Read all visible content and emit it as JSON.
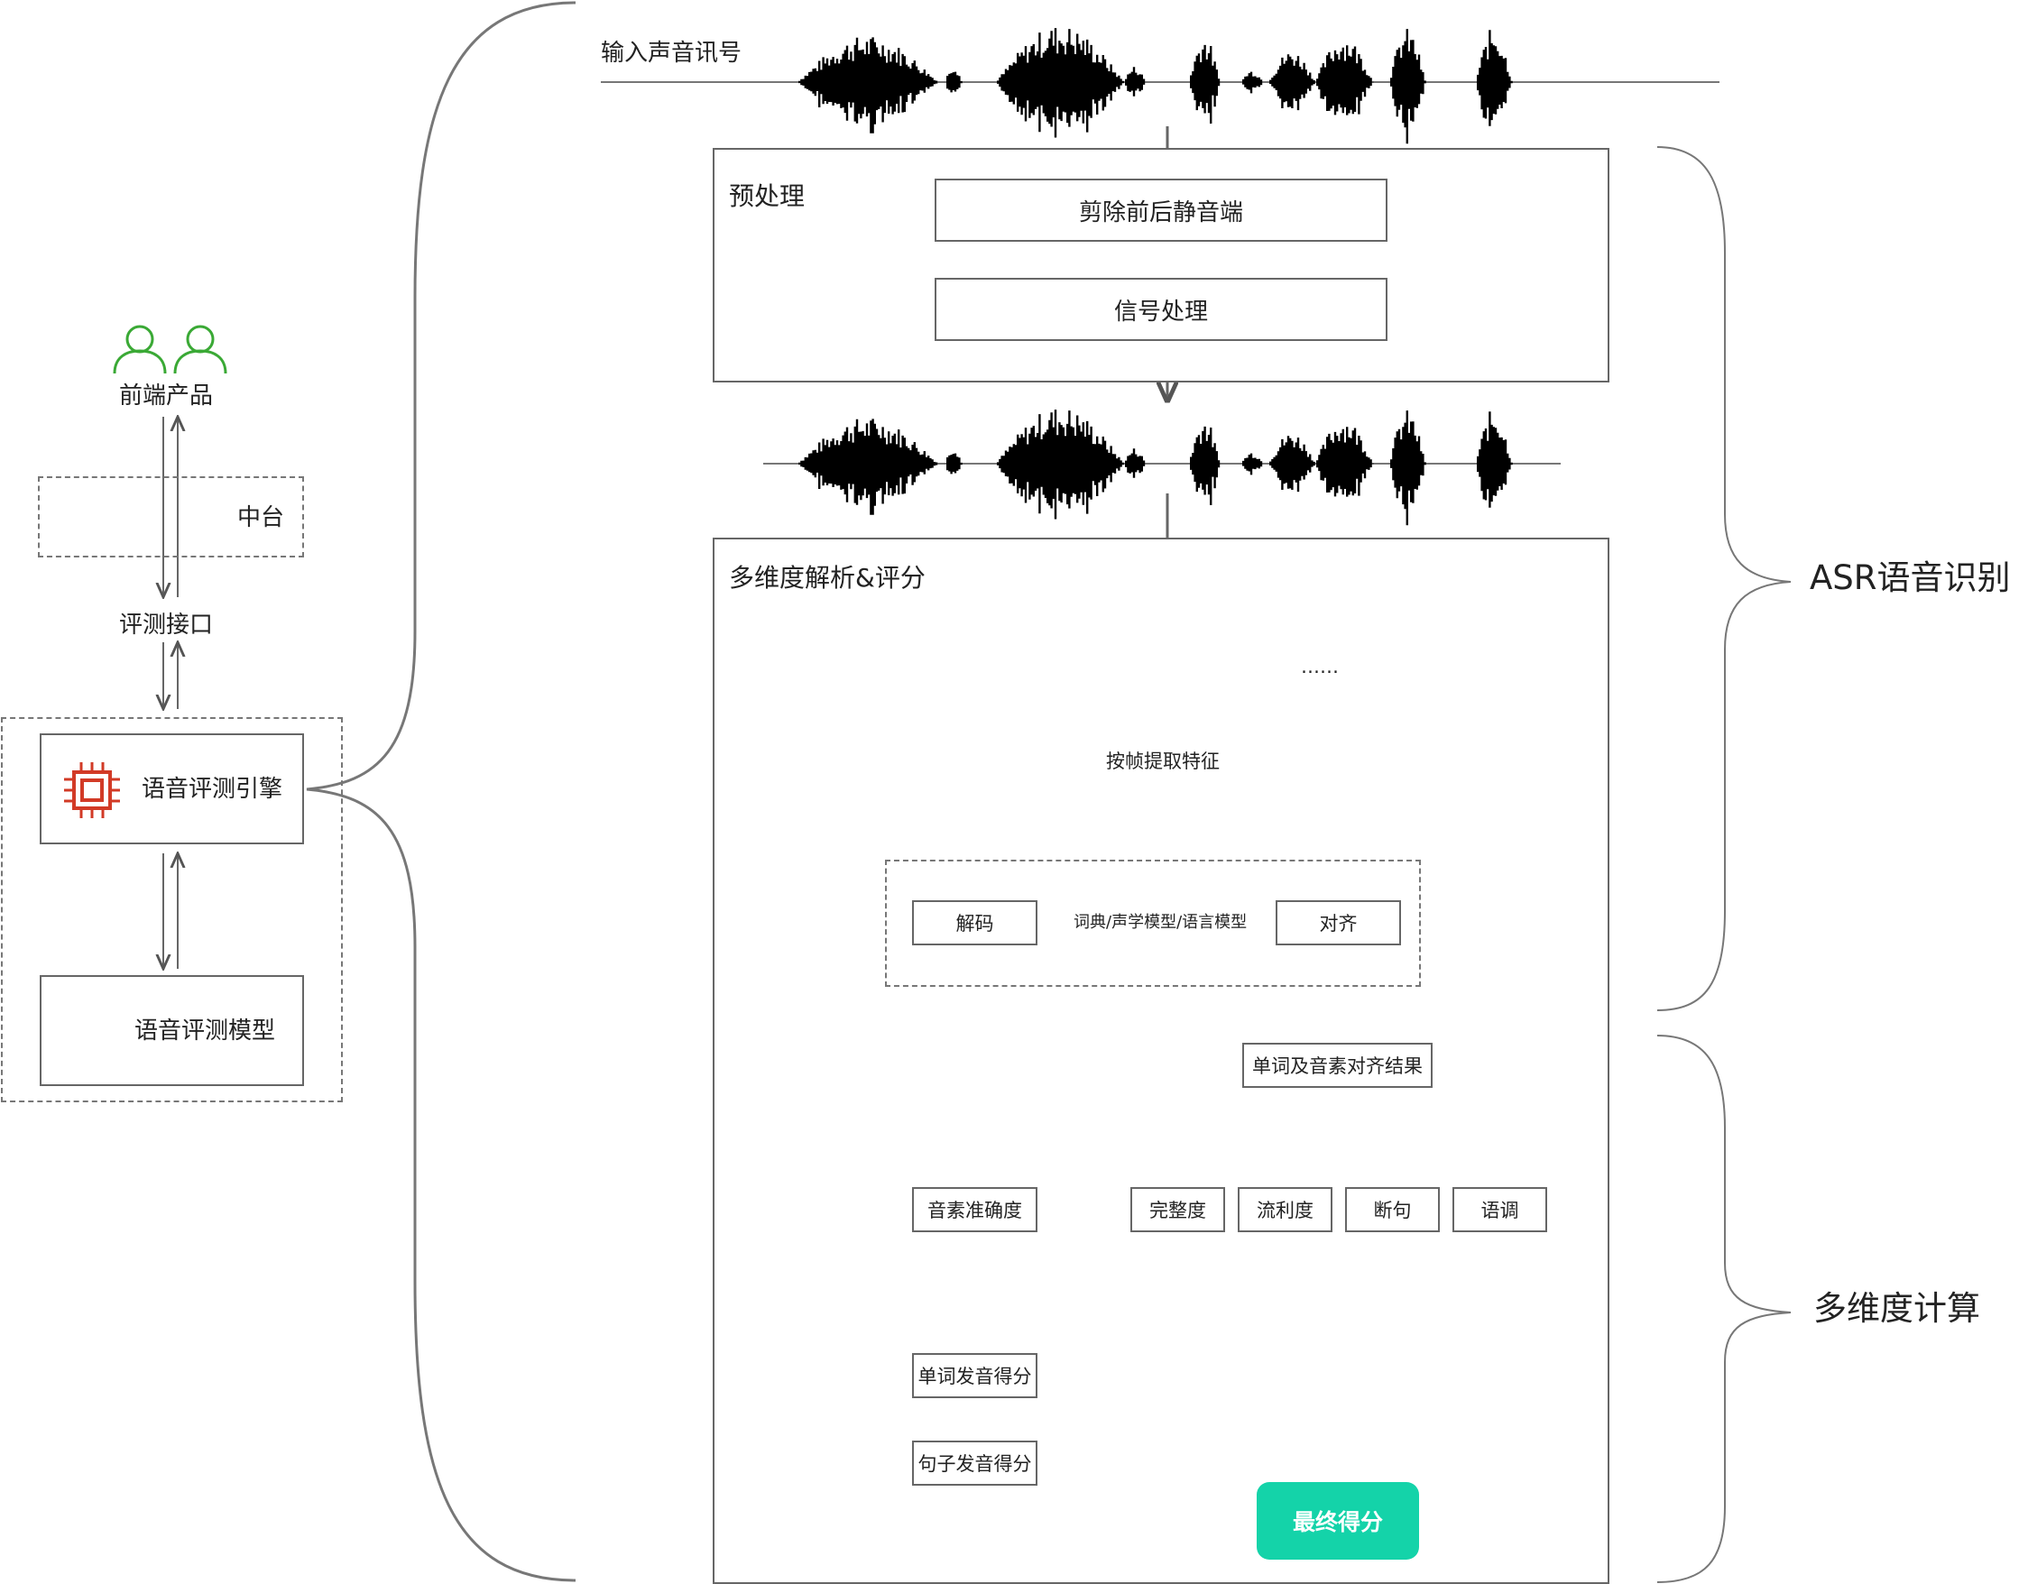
{
  "left_panel": {
    "frontend_label": "前端产品",
    "middle_platform_label": "中台",
    "eval_interface_label": "评测接口",
    "engine_label": "语音评测引擎",
    "model_label": "语音评测模型"
  },
  "pipeline": {
    "input_signal_label": "输入声音讯号",
    "preprocess": {
      "title": "预处理",
      "step1": "剪除前后静音端",
      "step2": "信号处理"
    },
    "analysis": {
      "title": "多维度解析&评分",
      "frames_ellipsis": "……",
      "frame_feature_label": "按帧提取特征",
      "decode_label": "解码",
      "models_label": "词典/声学模型/语言模型",
      "align_label": "对齐",
      "align_result_label": "单词及音素对齐结果",
      "phoneme_accuracy_label": "音素准确度",
      "completeness_label": "完整度",
      "fluency_label": "流利度",
      "segmentation_label": "断句",
      "intonation_label": "语调",
      "word_score_label": "单词发音得分",
      "sentence_score_label": "句子发音得分",
      "final_score_label": "最终得分"
    }
  },
  "brackets": {
    "asr_label": "ASR语音识别",
    "multi_dim_label": "多维度计算"
  },
  "colors": {
    "user_icon": "#3aa935",
    "chip_icon": "#d23a26",
    "final_score_bg": "#14d3a9",
    "frame_fill": "#e8eef7"
  },
  "icons": {
    "users": "user-pair-icon",
    "engine": "chip-icon"
  }
}
